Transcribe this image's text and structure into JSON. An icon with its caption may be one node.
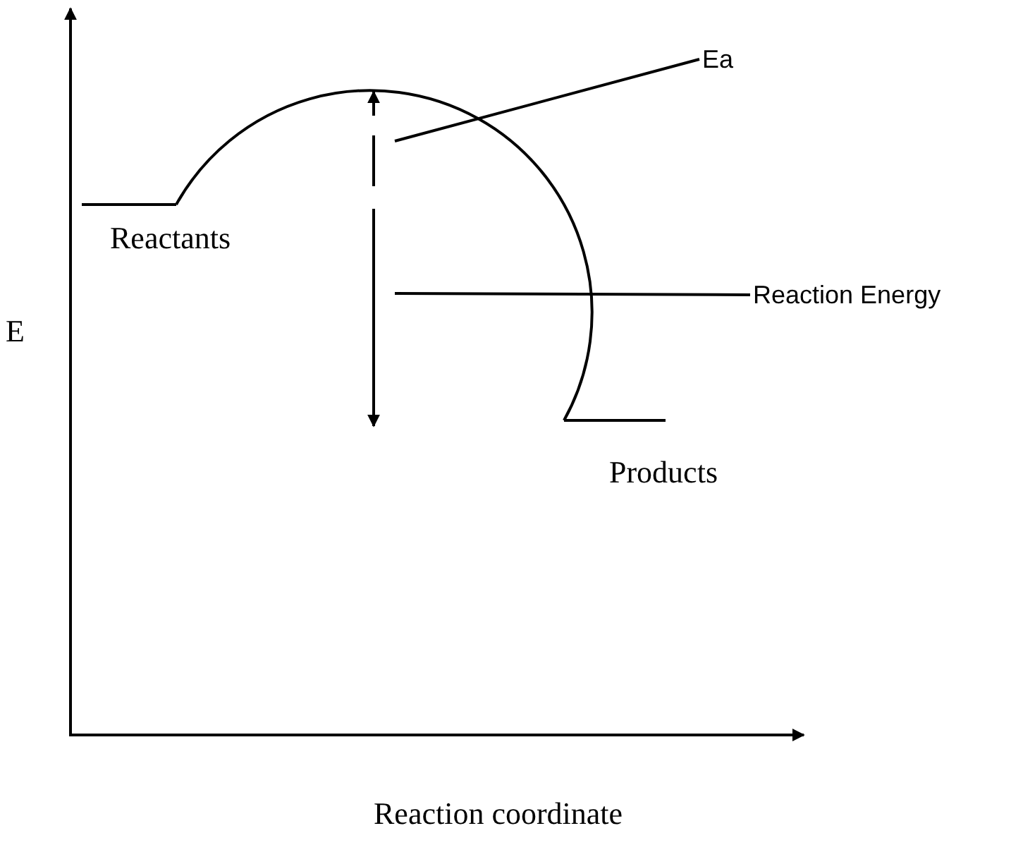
{
  "diagram": {
    "nodes": [
      {
        "text": [
          "Ea"
        ]
      },
      {
        "text": [
          "Reaction Energy"
        ]
      }
    ],
    "edges": [
      {
        "from": 0,
        "to": null,
        "arrow": "none"
      },
      {
        "from": 1,
        "to": null,
        "arrow": "none"
      }
    ],
    "labels": [
      "Reactants",
      "Products",
      "E",
      "Reaction coordinate"
    ]
  }
}
